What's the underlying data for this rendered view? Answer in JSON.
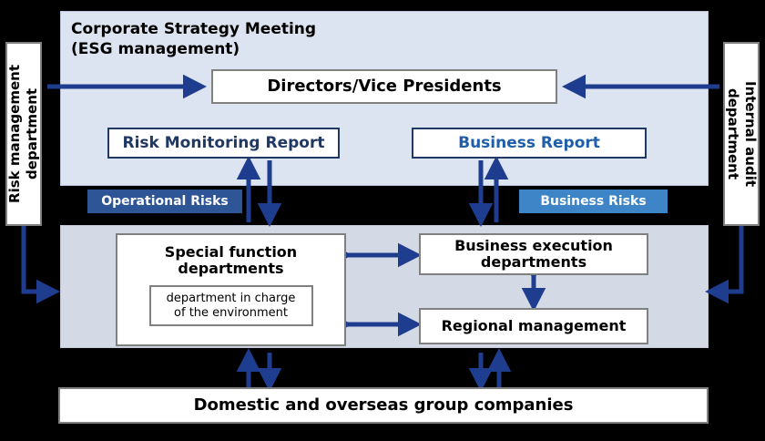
{
  "diagram": {
    "title": "Corporate governance / risk management structure",
    "colors": {
      "navy": "#1f3864",
      "arrow_blue": "#1f3d8f",
      "operational_risk_bg": "#2e5596",
      "business_risk_bg": "#3d85c6",
      "top_panel_bg": "#dce3f1",
      "mid_panel_bg": "#d4dae5",
      "box_border": "#808080",
      "background": "#000000"
    }
  },
  "top_panel": {
    "title": "Corporate Strategy Meeting\n(ESG management)",
    "directors_box": "Directors/Vice Presidents",
    "risk_report_box": "Risk Monitoring Report",
    "business_report_box": "Business Report"
  },
  "side": {
    "left_department": "Risk management\ndepartment",
    "right_department": "Internal audit\ndepartment"
  },
  "tags": {
    "operational_risks": "Operational Risks",
    "business_risks": "Business Risks"
  },
  "mid_panel": {
    "special_function_title": "Special function\ndepartments",
    "environment_department": "department in charge\nof the environment",
    "business_execution": "Business execution\ndepartments",
    "regional_management": "Regional management"
  },
  "bottom": {
    "group_companies": "Domestic and overseas group companies"
  }
}
